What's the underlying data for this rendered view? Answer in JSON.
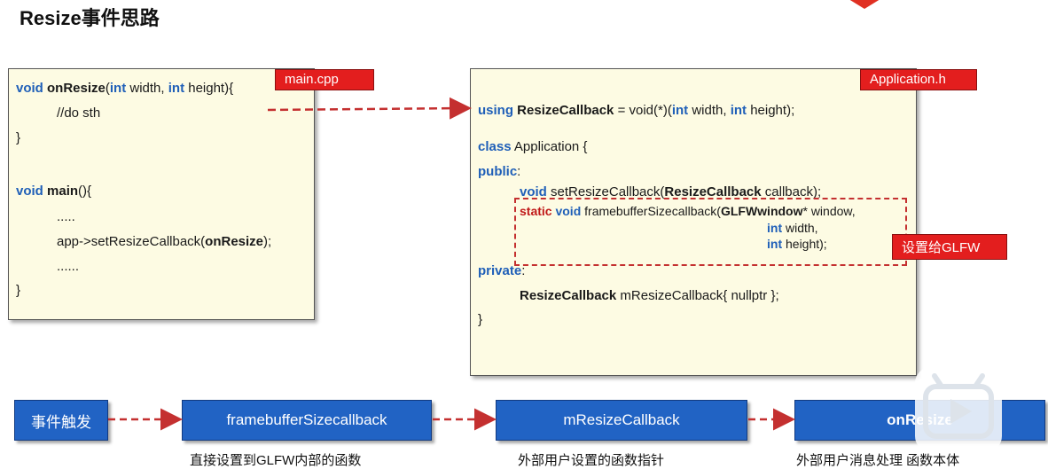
{
  "title": "Resize事件思路",
  "main_cpp": {
    "tag": "main.cpp",
    "lines": {
      "l1_kw": "void",
      "l1_fn": "onResize",
      "l1_p1": "(",
      "l1_kw2": "int",
      "l1_p2": " width, ",
      "l1_kw3": "int",
      "l1_p3": " height){",
      "l2": "//do sth",
      "l3": "}",
      "l4_kw": "void",
      "l4_fn": "main",
      "l4_rest": "(){",
      "l5": ".....",
      "l6_a": "app->setResizeCallback(",
      "l6_b": "onResize",
      "l6_c": ");",
      "l7": "......",
      "l8": "}"
    }
  },
  "application_h": {
    "tag": "Application.h",
    "lines": {
      "a1_kw": "using",
      "a1_b": "ResizeCallback",
      "a1_rest1": " = void(*)(",
      "a1_kw2": "int",
      "a1_rest2": " width, ",
      "a1_kw3": "int",
      "a1_rest3": " height);",
      "a2_kw": "class",
      "a2_rest": " Application {",
      "a3_kw": "public",
      "a3_rest": ":",
      "a4_kw": "void",
      "a4_rest1": " setResizeCallback(",
      "a4_b": "ResizeCallback",
      "a4_rest2": " callback);",
      "a5_kw1": "static",
      "a5_kw2": " void",
      "a5_rest1": " framebufferSizecallback(",
      "a5_b": "GLFWwindow",
      "a5_rest2": "* window,",
      "a6_kw": "int",
      "a6_rest": " width,",
      "a7_kw": "int",
      "a7_rest": " height);",
      "a8_kw": "private",
      "a8_rest": ":",
      "a9_b": "ResizeCallback",
      "a9_rest": " mResizeCallback{ nullptr };",
      "a10": "}"
    }
  },
  "glfw_tag": "设置给GLFW",
  "flow": {
    "steps": [
      "事件触发",
      "framebufferSizecallback",
      "mResizeCallback",
      "onResize"
    ],
    "captions": [
      "直接设置到GLFW内部的函数",
      "外部用户设置的函数指针",
      "外部用户消息处理 函数本体"
    ]
  },
  "colors": {
    "accent_red": "#e31e1e",
    "flow_blue": "#2163c4",
    "keyword_blue": "#1f5fb8",
    "code_bg": "#fdfbe3"
  },
  "icons": [
    "video-play-icon",
    "logo-mark-icon"
  ]
}
